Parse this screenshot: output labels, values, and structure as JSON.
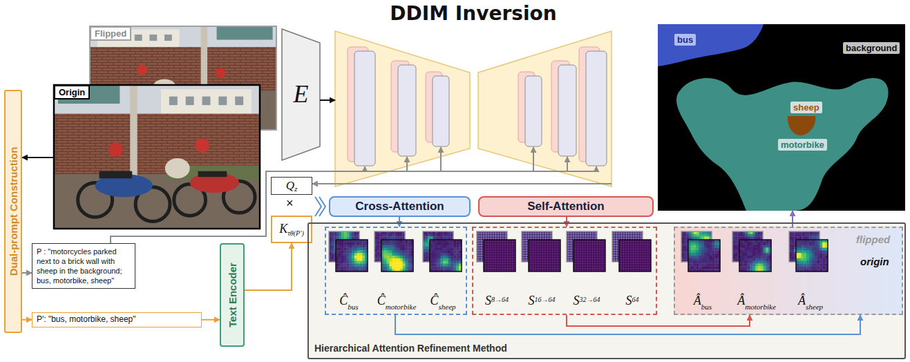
{
  "diagram": {
    "nodes": [
      {
        "text": [
          "Flipped"
        ]
      },
      {
        "text": [
          "Origin"
        ]
      },
      {
        "text": [
          "Dual-prompt Construction"
        ]
      },
      {
        "text": [
          "P : \"motorcycles parked next to a brick wall with sheep in the background; bus, motorbike, sheep\""
        ]
      },
      {
        "text": [
          "P′: \"bus, motorbike, sheep\""
        ]
      },
      {
        "text": [
          "Text Encoder"
        ]
      },
      {
        "text": [
          "E"
        ]
      },
      {
        "text": [
          "DDIM Inversion"
        ]
      },
      {
        "text": [
          "Q",
          "z"
        ]
      },
      {
        "text": [
          "K",
          "τθ(P′)"
        ]
      },
      {
        "text": [
          "Cross-Attention"
        ]
      },
      {
        "text": [
          "Self-Attention"
        ]
      },
      {
        "text": [
          "Hierarchical Attention Refinement Method"
        ]
      },
      {
        "text": [],
        "in": 12
      },
      {
        "text": [
          "Ĉ",
          "bus"
        ],
        "in": 13
      },
      {
        "text": [
          "Ĉ",
          "motorbike"
        ],
        "in": 13
      },
      {
        "text": [
          "Ĉ",
          "sheep"
        ],
        "in": 13
      },
      {
        "text": [],
        "in": 12
      },
      {
        "text": [
          "S",
          "8→64"
        ],
        "in": 17
      },
      {
        "text": [
          "S",
          "16→64"
        ],
        "in": 17
      },
      {
        "text": [
          "S",
          "32→64"
        ],
        "in": 17
      },
      {
        "text": [
          "S",
          "64"
        ],
        "in": 17
      },
      {
        "text": [
          "flipped",
          "origin"
        ],
        "in": 12
      },
      {
        "text": [
          "Â",
          "bus"
        ],
        "in": 22
      },
      {
        "text": [
          "Â",
          "motorbike"
        ],
        "in": 22
      },
      {
        "text": [
          "Â",
          "sheep"
        ],
        "in": 22
      },
      {
        "text": [
          "bus",
          "background",
          "sheep",
          "motorbike"
        ]
      }
    ],
    "edges": [
      {
        "from": 1,
        "to": 2,
        "arrow": "to"
      },
      {
        "from": 2,
        "to": 3,
        "arrow": "to"
      },
      {
        "from": 2,
        "to": 4,
        "arrow": "to"
      },
      {
        "from": 3,
        "to": 7,
        "arrow": "to"
      },
      {
        "from": 4,
        "to": 5,
        "arrow": "to"
      },
      {
        "from": 5,
        "to": 9,
        "arrow": "to"
      },
      {
        "from": 6,
        "to": 7,
        "arrow": "to"
      },
      {
        "from": 7,
        "to": 8,
        "arrow": "to"
      },
      {
        "from": 10,
        "to": 13,
        "arrow": "to"
      },
      {
        "from": 11,
        "to": 17,
        "arrow": "to"
      },
      {
        "from": 17,
        "to": 22,
        "arrow": "to"
      },
      {
        "from": 13,
        "to": 22,
        "arrow": "to"
      },
      {
        "from": 22,
        "to": 26,
        "arrow": "to"
      }
    ],
    "labels": [
      "×"
    ]
  }
}
